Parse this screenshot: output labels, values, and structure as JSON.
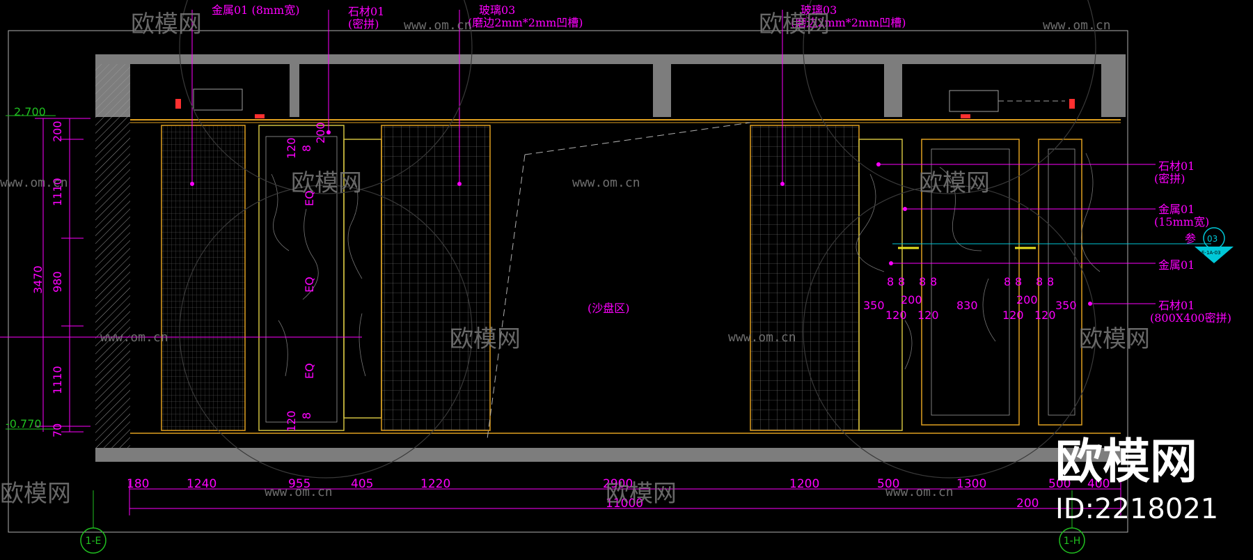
{
  "colors": {
    "background": "#000000",
    "annotation": "#ff00ff",
    "panel_outline": "#e0a020",
    "frame": "#808080",
    "cyan": "#00c8d8",
    "green": "#20c020",
    "watermark": "#7a7a7a"
  },
  "callouts_top": {
    "metal01_8mm": "金属01 (8mm宽)",
    "stone01": "石材01",
    "stone01_sub": "(密拼)",
    "glass03_left": "玻璃03",
    "glass03_left_sub": "(磨边2mm*2mm凹槽)",
    "glass03_right": "玻璃03",
    "glass03_right_sub": "(磨边2mm*2mm凹槽)"
  },
  "callouts_right": {
    "stone01": "石材01",
    "stone01_sub": "(密拼)",
    "metal01_15mm": "金属01",
    "metal01_15mm_sub": "(15mm宽)",
    "ref_label": "参",
    "ref_number": "03",
    "ref_sheet": "E-1A-03",
    "metal01": "金属01",
    "stone01_800": "石材01",
    "stone01_800_sub": "(800X400密拼)"
  },
  "center_label": "(沙盘区)",
  "dims_left": {
    "elev_top": "2.700",
    "elev_bottom": "-0.770",
    "d200": "200",
    "d1110a": "1110",
    "d3470": "3470",
    "d980": "980",
    "d1110b": "1110",
    "d70": "70"
  },
  "dims_inner_left": {
    "d200": "200",
    "d120a": "120",
    "d8a": "8",
    "eq1": "EQ",
    "eq2": "EQ",
    "eq3": "EQ",
    "d120b": "120",
    "d8b": "8"
  },
  "dims_right_panel": {
    "r1": [
      "8",
      "8",
      "8",
      "8",
      "8",
      "8",
      "8",
      "8"
    ],
    "d350a": "350",
    "d200a": "200",
    "d830": "830",
    "d200b": "200",
    "d350b": "350",
    "d120": [
      "120",
      "120",
      "120",
      "120"
    ]
  },
  "dims_bottom": {
    "segments": [
      "180",
      "1240",
      "955",
      "405",
      "1220",
      "2900",
      "1200",
      "500",
      "1300",
      "500",
      "400"
    ],
    "total": "11000",
    "extra_200": "200"
  },
  "grid_bubbles": [
    "1-E",
    "1-H"
  ],
  "watermark": {
    "logo_text": "欧模网",
    "url_text": "www.om.cn",
    "big_text": "欧模网",
    "id_text": "ID:2218021"
  }
}
